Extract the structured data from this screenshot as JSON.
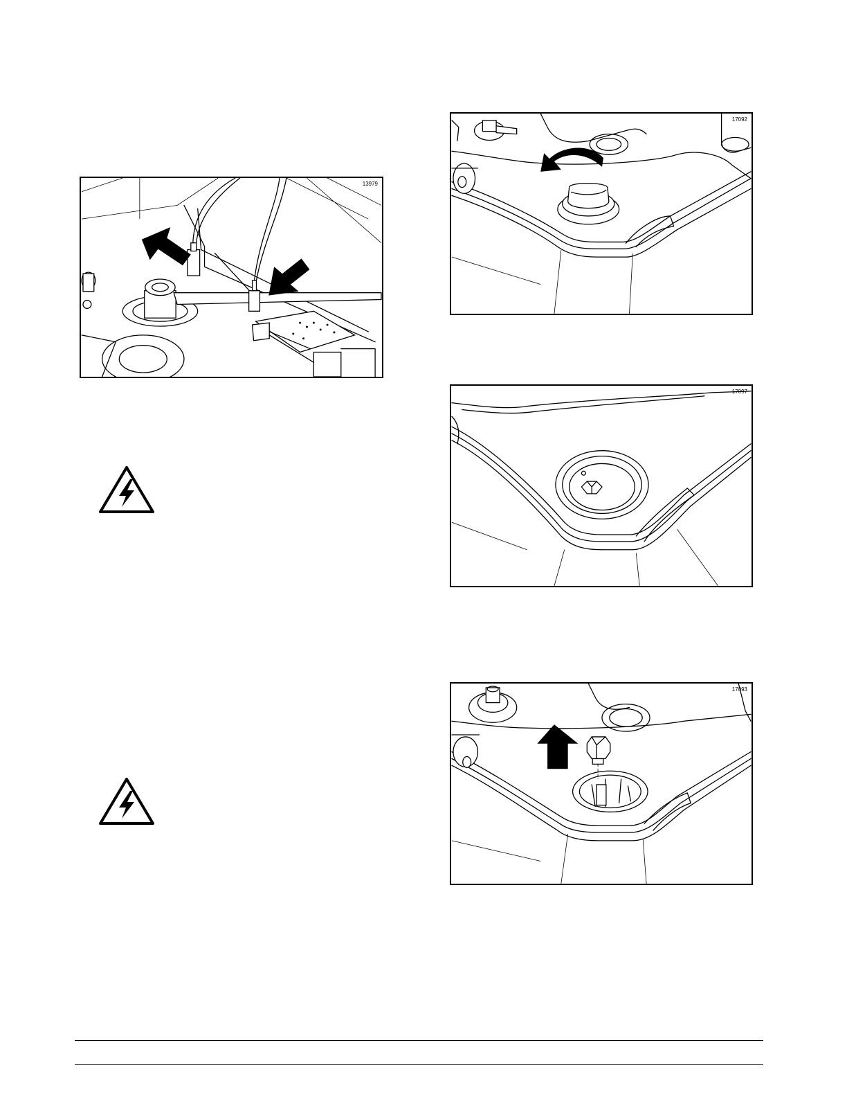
{
  "figures": [
    {
      "id": "fig-13979",
      "label": "13979"
    },
    {
      "id": "fig-17092",
      "label": "17092"
    },
    {
      "id": "fig-17097",
      "label": "17097"
    },
    {
      "id": "fig-17093",
      "label": "17093"
    }
  ],
  "icons": {
    "warning": "electrical-hazard-warning-icon",
    "arrow": "black-arrow-icon"
  }
}
